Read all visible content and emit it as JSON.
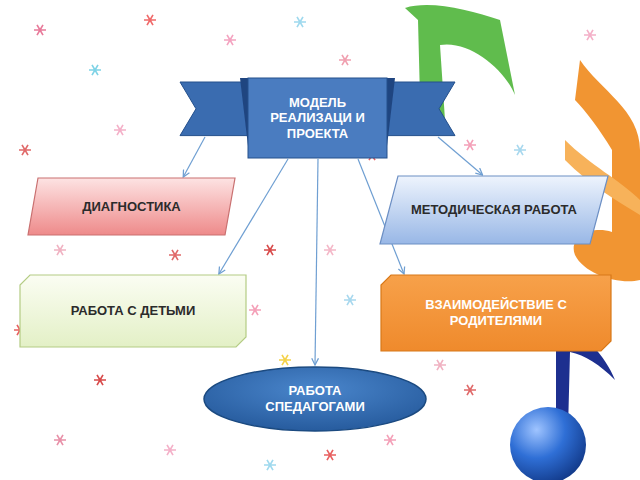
{
  "diagram": {
    "nodes": [
      {
        "text": [
          "МОДЕЛЬ РЕАЛИЗАЦИ И ПРОЕКТА"
        ]
      },
      {
        "text": [
          "ДИАГНОСТИКА"
        ]
      },
      {
        "text": [
          "МЕТОДИЧЕСКАЯ РАБОТА"
        ]
      },
      {
        "text": [
          "РАБОТА С ДЕТЬМИ"
        ]
      },
      {
        "text": [
          "ВЗАИМОДЕЙСТВИЕ С РОДИТЕЛЯМИ"
        ]
      },
      {
        "text": [
          "РАБОТА СПЕДАГОГАМИ"
        ]
      }
    ],
    "edges": [
      {
        "from": 0,
        "to": 1,
        "arrow": "to"
      },
      {
        "from": 0,
        "to": 2,
        "arrow": "to"
      },
      {
        "from": 0,
        "to": 3,
        "arrow": "to"
      },
      {
        "from": 0,
        "to": 4,
        "arrow": "to"
      },
      {
        "from": 0,
        "to": 5,
        "arrow": "to"
      }
    ]
  }
}
